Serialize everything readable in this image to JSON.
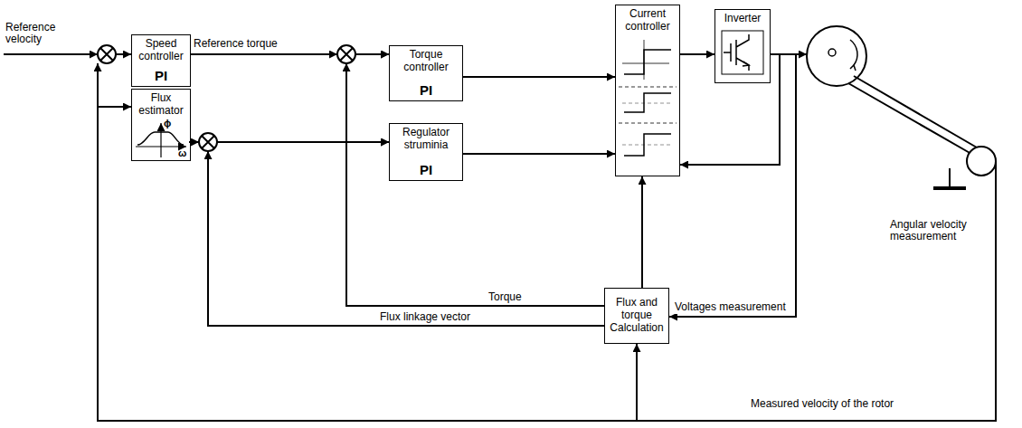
{
  "diagram": {
    "nodes": [
      {
        "text": [
          "Speed controller",
          "PI"
        ]
      },
      {
        "text": [
          "Flux estimator"
        ]
      },
      {
        "text": [
          "Torque controller",
          "PI"
        ]
      },
      {
        "text": [
          "Regulator struminia",
          "PI"
        ]
      },
      {
        "text": [
          "Current controller"
        ]
      },
      {
        "text": [
          "Inverter"
        ]
      },
      {
        "text": [
          "Flux and torque Calculation"
        ]
      }
    ],
    "edges": [
      {
        "from": 0,
        "to": 2,
        "arrow": "to",
        "label": "Reference torque"
      },
      {
        "from": 1,
        "to": 3,
        "arrow": "to"
      },
      {
        "from": 2,
        "to": 4,
        "arrow": "to"
      },
      {
        "from": 3,
        "to": 4,
        "arrow": "to"
      },
      {
        "from": 4,
        "to": 5,
        "arrow": "to"
      },
      {
        "from": 5,
        "to": 4,
        "arrow": "to"
      },
      {
        "from": 5,
        "to": 6,
        "arrow": "to",
        "label": "Voltages measurement"
      },
      {
        "from": 6,
        "to": 4,
        "arrow": "to"
      },
      {
        "from": 6,
        "to": 2,
        "arrow": "to",
        "label": "Torque"
      },
      {
        "from": 6,
        "to": 3,
        "arrow": "to",
        "label": "Flux linkage vector"
      }
    ],
    "labels": [
      "Reference velocity",
      "ϕ",
      "ω",
      "Angular velocity measurement",
      "Measured velocity of the rotor"
    ]
  }
}
